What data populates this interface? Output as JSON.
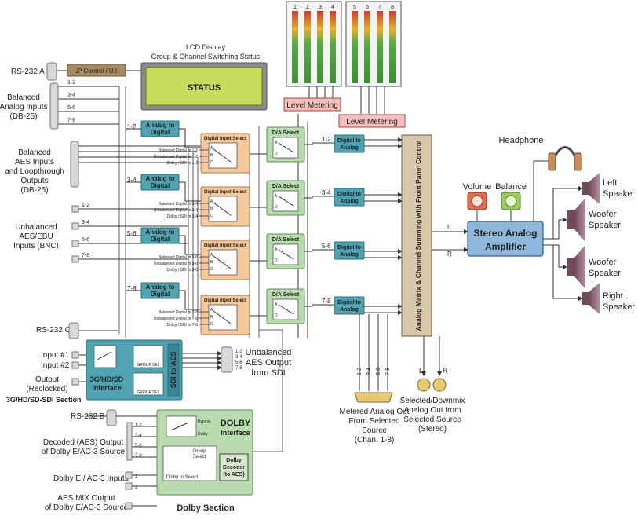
{
  "ports": {
    "rs232a": "RS-232 A",
    "rs232b": "RS-232 B",
    "rs232c": "RS-232 C",
    "up_control": "uP Control / U.I."
  },
  "lcd": {
    "title_line1": "LCD Display",
    "title_line2": "Group & Channel Switching Status",
    "status": "STATUS"
  },
  "inputs": {
    "balanced_analog": [
      "Balanced",
      "Analog Inputs",
      "(DB-25)"
    ],
    "balanced_aes": [
      "Balanced",
      "AES Inputs",
      "and Loopthrough",
      "Outputs",
      "(DB-25)"
    ],
    "unbalanced_aes": [
      "Unbalanced",
      "AES/EBU",
      "Inputs (BNC)"
    ],
    "pairs": [
      "1-2",
      "3-4",
      "5-6",
      "7-8"
    ]
  },
  "channels": [
    {
      "pair": "1-2",
      "adc": "Analog to Digital",
      "dis": "Digital Input Select",
      "da": "D/A Select",
      "dta": "Digital to Analog",
      "src": [
        "Balanced Digital In 1-2",
        "Unbalanced Digital In 1-2",
        "Dolby / SDI In 1-2"
      ],
      "out": [
        "1",
        "2"
      ]
    },
    {
      "pair": "3-4",
      "adc": "Analog to Digital",
      "dis": "Digital Input Select",
      "da": "D/A Select",
      "dta": "Digital to Analog",
      "src": [
        "Balanced Digital In 3-4",
        "Unbalanced Digital In 3-4",
        "Dolby / SDI In 3-4"
      ],
      "out": [
        "3",
        "4"
      ]
    },
    {
      "pair": "5-6",
      "adc": "Analog to Digital",
      "dis": "Digital Input Select",
      "da": "D/A Select",
      "dta": "Digital to Analog",
      "src": [
        "Balanced Digital In 5-6",
        "Unbalanced Digital In 5-6",
        "Dolby / SDI In 5-6"
      ],
      "out": [
        "5",
        "6"
      ]
    },
    {
      "pair": "7-8",
      "adc": "Analog to Digital",
      "dis": "Digital Input Select",
      "da": "D/A Select",
      "dta": "Digital to Analog",
      "src": [
        "Balanced Digital In 7-8",
        "Unbalanced Digital In 7-8",
        "Dolby / SDI In 7-8"
      ],
      "out": [
        "7",
        "8"
      ]
    }
  ],
  "da_select_letters": [
    "A",
    "D"
  ],
  "dis_select_letters": [
    "A",
    "B",
    "C"
  ],
  "metering": {
    "label": "Level Metering",
    "meters_left": [
      "1",
      "2",
      "3",
      "4"
    ],
    "meters_right": [
      "5",
      "6",
      "7",
      "8"
    ]
  },
  "matrix": {
    "label": "Analog Matrix & Channel Summing with Front Panel Control"
  },
  "amplifier": {
    "label_line1": "Stereo Analog",
    "label_line2": "Amplifier",
    "in_left": "L",
    "in_right": "R"
  },
  "controls": {
    "volume": "Volume",
    "balance": "Balance",
    "headphone": "Headphone"
  },
  "speakers": {
    "left": [
      "Left",
      "Speaker"
    ],
    "woofer1": [
      "Woofer",
      "Speaker"
    ],
    "woofer2": [
      "Woofer",
      "Speaker"
    ],
    "right": [
      "Right",
      "Speaker"
    ]
  },
  "outputs": {
    "metered": [
      "Metered Analog Out",
      "From Selected",
      "Source",
      "(Chan. 1-8)"
    ],
    "metered_pins": [
      "1-2",
      "3-4",
      "5-6",
      "7-8"
    ],
    "downmix": [
      "Selected/Downmix",
      "Analog Out from",
      "Selected Source",
      "(Stereo)"
    ],
    "xlr_l": "L",
    "xlr_r": "R",
    "unbalanced_sdi": [
      "Unbalanced",
      "AES Output",
      "from SDI"
    ],
    "sdi_pins": [
      "1-2",
      "3-4",
      "5-6",
      "7-8"
    ]
  },
  "sdi": {
    "input1": "Input #1",
    "input2": "Input #2",
    "output": [
      "Output",
      "(Reclocked)"
    ],
    "interface": [
      "3G/HD/SD",
      "Interface"
    ],
    "vertical": "SDI to AES",
    "group_sel": "GROUP SEL",
    "section": "3G/HD/SD-SDI Section"
  },
  "dolby": {
    "title": [
      "DOLBY",
      "Interface"
    ],
    "bypass": "Bypass",
    "dolby_lbl": "Dolby",
    "group_select": [
      "Group",
      "Select"
    ],
    "decoder": [
      "Dolby",
      "Decoder",
      "(to AES)"
    ],
    "dolby_in_select": "Dolby In Select",
    "decoded_out": [
      "Decoded (AES) Output",
      "of Dolby E/AC-3 Source"
    ],
    "pins": [
      "1-2",
      "3-4",
      "5-6",
      "7-8"
    ],
    "inputs_label": "Dolby E / AC-3 Inputs",
    "input_nums": [
      "1",
      "2"
    ],
    "aes_mix": [
      "AES MIX Output",
      "of Dolby E/AC-3 Source"
    ],
    "section": "Dolby Section"
  }
}
